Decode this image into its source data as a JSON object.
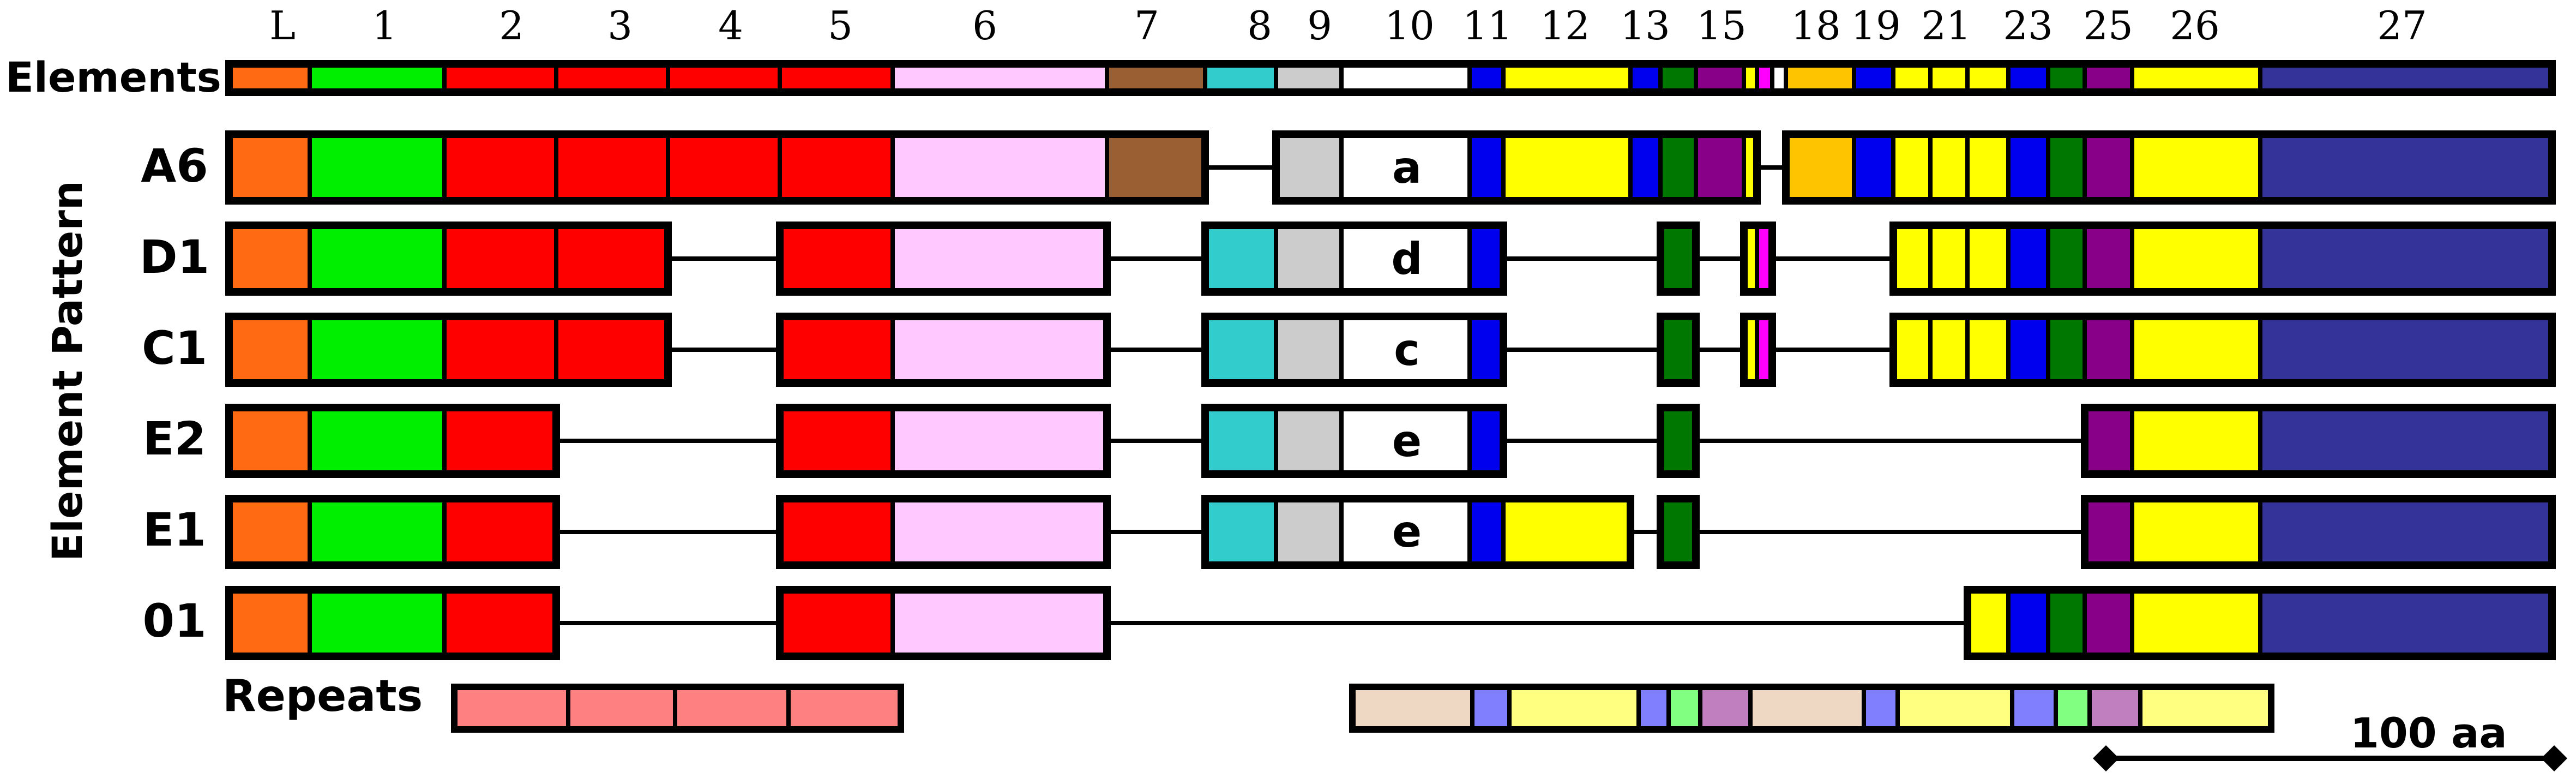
{
  "labels": {
    "elements": "Elements",
    "element_pattern": "Element Pattern",
    "repeats": "Repeats",
    "scale": "100 aa"
  },
  "column_headers": [
    "L",
    "1",
    "2",
    "3",
    "4",
    "5",
    "6",
    "7",
    "8",
    "9",
    "10",
    "11",
    "12",
    "13",
    "15",
    "18",
    "19",
    "21",
    "23",
    "25",
    "26",
    "27"
  ],
  "element_colors": {
    "L": "#ff6a13",
    "1": "#00ee00",
    "2": "#ff0000",
    "3": "#ff0000",
    "4": "#ff0000",
    "5": "#ff0000",
    "6": "#ffc8ff",
    "7": "#9a5f33",
    "8": "#33cccc",
    "9": "#cccccc",
    "10": "#ffffff",
    "11": "#0000ee",
    "12": "#ffff00",
    "13": "#0000ee",
    "13b": "#007700",
    "15": "#880088",
    "15y": "#ffff00",
    "15m": "#ff00ff",
    "18": "#ffc400",
    "19": "#0000ee",
    "21": "#ffff00",
    "23": "#0000ee",
    "23g": "#007700",
    "25": "#880088",
    "26": "#ffff00",
    "27": "#333399"
  },
  "rows": [
    {
      "name": "A6",
      "insert": "a"
    },
    {
      "name": "D1",
      "insert": "d"
    },
    {
      "name": "C1",
      "insert": "c"
    },
    {
      "name": "E2",
      "insert": "e"
    },
    {
      "name": "E1",
      "insert": "e"
    },
    {
      "name": "01",
      "insert": ""
    }
  ],
  "repeat_colors": {
    "red": "#ff8080",
    "tan": "#eed8c4",
    "blue": "#8080ff",
    "yellow": "#ffff80",
    "green": "#80ff80",
    "purple": "#c080c0"
  }
}
